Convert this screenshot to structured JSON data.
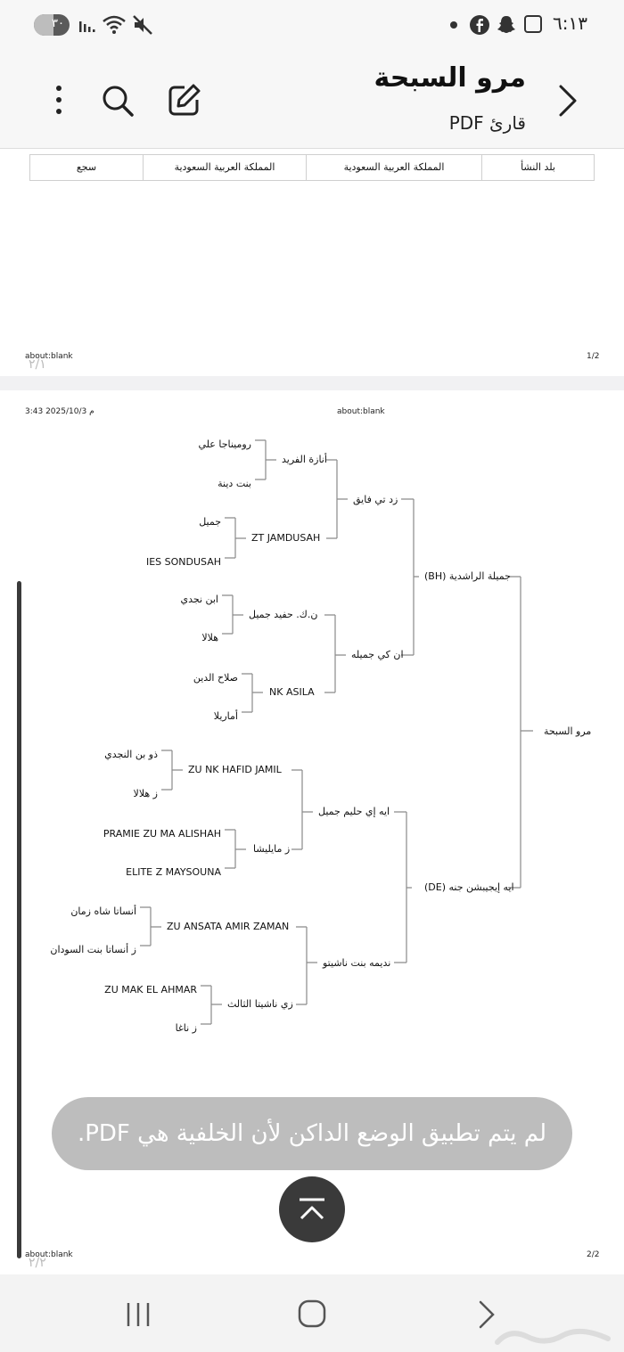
{
  "status_bar": {
    "time": "٦:١٣",
    "battery": "٣٠"
  },
  "header": {
    "title": "مرو السبحة",
    "subtitle": "قارئ PDF"
  },
  "page1": {
    "table_row": [
      "بلد النشأ",
      "المملكة العربية السعودية",
      "المملكة العربية السعودية",
      "سجع"
    ],
    "footer_left": "about:blank",
    "footer_page_overlay": "٢/١",
    "footer_right": "1/2"
  },
  "page2": {
    "header_left": "3:43 2025/10/3 م",
    "header_center": "about:blank",
    "pedigree": {
      "subject": "مرو السبحة",
      "sire": "جميلة الراشدية (BH)",
      "dam": "ايه إيجيبشن جنه (DE)",
      "sire_sire": "زد تي فايق",
      "sire_dam": "ان كي جميله",
      "dam_sire": "ايه إي حليم جميل",
      "dam_dam": "نديمه بنت ناشيتو",
      "g3": [
        "أنازة الفريد",
        "ZT JAMDUSAH",
        "ن.ك. حفيد جميل",
        "NK ASILA",
        "ZU NK HAFID JAMIL",
        "ز مايليشا",
        "ZU ANSATA AMIR ZAMAN",
        "زي ناشيتا الثالث"
      ],
      "g4": [
        "رومیناجا علي",
        "بنت دينة",
        "جميل",
        "IES SONDUSAH",
        "ابن نجدي",
        "هلالا",
        "صلاح الدين",
        "أماريلا",
        "ذو بن النجدي",
        "ز هلالا",
        "PRAMIE ZU MA ALISHAH",
        "ELITE Z MAYSOUNA",
        "أنساتا شاه زمان",
        "ز أنساتا بنت السودان",
        "ZU MAK EL AHMAR",
        "ز ناغا"
      ]
    },
    "footer_left": "about:blank",
    "footer_page_overlay": "٢/٢",
    "footer_right": "2/2"
  },
  "toast": "لم يتم تطبيق الوضع الداكن لأن الخلفية هي PDF.",
  "icons": [
    "more-vert-icon",
    "search-icon",
    "edit-icon",
    "back-chevron-icon",
    "scroll-top-icon",
    "recents-icon",
    "home-icon",
    "nav-back-icon"
  ]
}
